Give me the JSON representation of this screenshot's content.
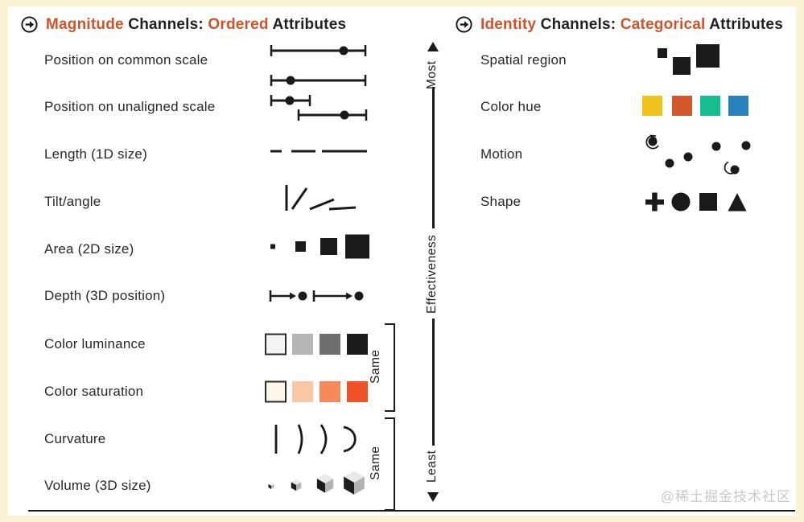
{
  "frame": {
    "background": "#fbf1d3",
    "panel": "#ffffff",
    "rule_color": "#1a1a1a"
  },
  "colors": {
    "accent": "#d0532a",
    "text": "#231f20",
    "glyph": "#1a1a1a",
    "luminance": [
      "#f4f4f2",
      "#b5b5b5",
      "#6f6f6f",
      "#1c1c1c"
    ],
    "saturation": [
      "#fcf6ea",
      "#f9c7a6",
      "#f68a5a",
      "#ef5226"
    ],
    "hue": [
      "#efc31c",
      "#d3572a",
      "#16bd8e",
      "#2781be"
    ],
    "cube": {
      "top": "#e9e9e9",
      "right": "#b2b2b2",
      "left": "#1d1d1d"
    }
  },
  "left_panel": {
    "title": {
      "segments": [
        {
          "text": "Magnitude",
          "accent": true
        },
        {
          "text": " Channels: ",
          "accent": false
        },
        {
          "text": "Ordered",
          "accent": true
        },
        {
          "text": " Attributes",
          "accent": false
        }
      ]
    },
    "rows": [
      {
        "label": "Position on common scale",
        "glyph": "position-common-scale"
      },
      {
        "label": "Position on unaligned scale",
        "glyph": "position-unaligned-scale"
      },
      {
        "label": "Length (1D size)",
        "glyph": "length-dashes"
      },
      {
        "label": "Tilt/angle",
        "glyph": "tilted-lines"
      },
      {
        "label": "Area (2D size)",
        "glyph": "growing-squares"
      },
      {
        "label": "Depth (3D position)",
        "glyph": "depth-arrows"
      },
      {
        "label": "Color luminance",
        "glyph": "luminance-ramp"
      },
      {
        "label": "Color saturation",
        "glyph": "saturation-ramp"
      },
      {
        "label": "Curvature",
        "glyph": "curved-arcs"
      },
      {
        "label": "Volume (3D size)",
        "glyph": "growing-cubes"
      }
    ],
    "brackets": [
      {
        "label": "Same"
      },
      {
        "label": "Same"
      }
    ]
  },
  "axis": {
    "top": "Most",
    "title": "Effectiveness",
    "bottom": "Least"
  },
  "right_panel": {
    "title": {
      "segments": [
        {
          "text": "Identity",
          "accent": true
        },
        {
          "text": " Channels: ",
          "accent": false
        },
        {
          "text": "Categorical",
          "accent": true
        },
        {
          "text": " Attributes",
          "accent": false
        }
      ]
    },
    "rows": [
      {
        "label": "Spatial region",
        "glyph": "scattered-squares"
      },
      {
        "label": "Color hue",
        "glyph": "hue-swatches"
      },
      {
        "label": "Motion",
        "glyph": "moving-dots"
      },
      {
        "label": "Shape",
        "glyph": "shape-set"
      }
    ]
  },
  "watermark": {
    "text": "@稀土掘金技术社区",
    "color": "#c9c9c9"
  }
}
